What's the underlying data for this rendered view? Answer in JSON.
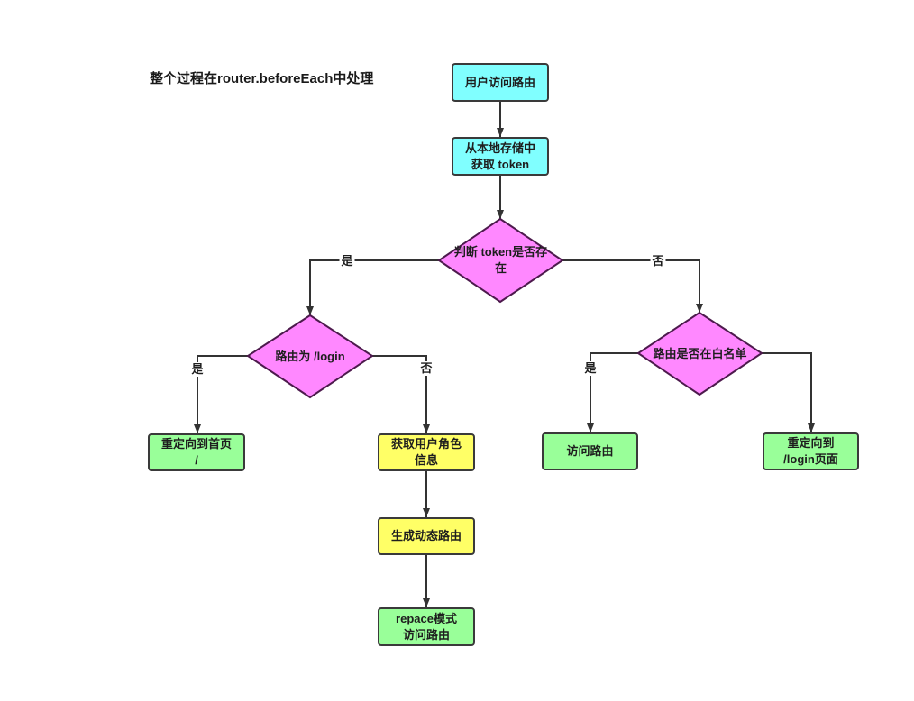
{
  "title": "整个过程在router.beforeEach中处理",
  "nodes": {
    "visit_route": {
      "lines": [
        "用户访问路由"
      ]
    },
    "get_token": {
      "lines": [
        "从本地存储中",
        "获取 token"
      ]
    },
    "token_exists": {
      "lines": [
        "判断 token是否存",
        "在"
      ]
    },
    "is_login_route": {
      "lines": [
        "路由为 /login"
      ]
    },
    "in_whitelist": {
      "lines": [
        "路由是否在白名单"
      ]
    },
    "redirect_home": {
      "lines": [
        "重定向到首页",
        "/"
      ]
    },
    "get_user_role": {
      "lines": [
        "获取用户角色",
        "信息"
      ]
    },
    "generate_routes": {
      "lines": [
        "生成动态路由"
      ]
    },
    "replace_visit": {
      "lines": [
        "repace模式",
        "访问路由"
      ]
    },
    "visit_whitelisted": {
      "lines": [
        "访问路由"
      ]
    },
    "redirect_login": {
      "lines": [
        "重定向到",
        "/login页面"
      ]
    }
  },
  "edge_labels": {
    "token_yes": "是",
    "token_no": "否",
    "login_yes": "是",
    "login_no": "否",
    "whitelist_yes": "是"
  },
  "colors": {
    "start": "#80FFFF",
    "decision": "#FF88FF",
    "decision_border": "#4d1a4d",
    "process": "#FFFF66",
    "terminal": "#99FF99",
    "border": "#3a3a3a",
    "line": "#333333"
  }
}
